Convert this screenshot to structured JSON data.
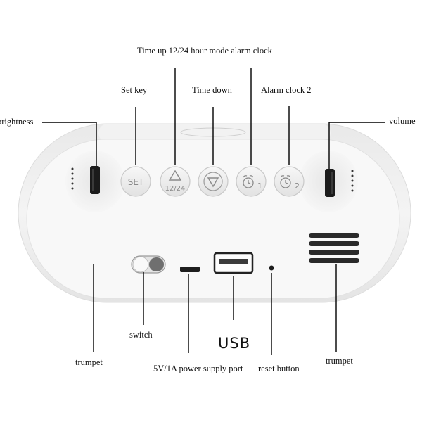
{
  "labels": {
    "brightness": "brightness",
    "set_key": "Set key",
    "time_up": "Time up 12/24 hour mode alarm clock",
    "time_down": "Time down",
    "alarm_clock_2": "Alarm clock 2",
    "volume": "volume",
    "switch": "switch",
    "usb": "USB",
    "power_port": "5V/1A power supply port",
    "reset_button": "reset button",
    "trumpet_left": "trumpet",
    "trumpet_right": "trumpet"
  },
  "buttons": {
    "set": "SET",
    "time_up_text": "12/24",
    "alarm1_num": "1",
    "alarm2_num": "2"
  },
  "icons": {
    "time_up": "triangle-up-icon",
    "time_down": "triangle-down-icon",
    "alarm": "alarm-clock-icon"
  },
  "colors": {
    "body": "#f7f7f7",
    "button_fill": "#ececec",
    "icon_stroke": "#8a8a8a",
    "leader": "#000000"
  }
}
